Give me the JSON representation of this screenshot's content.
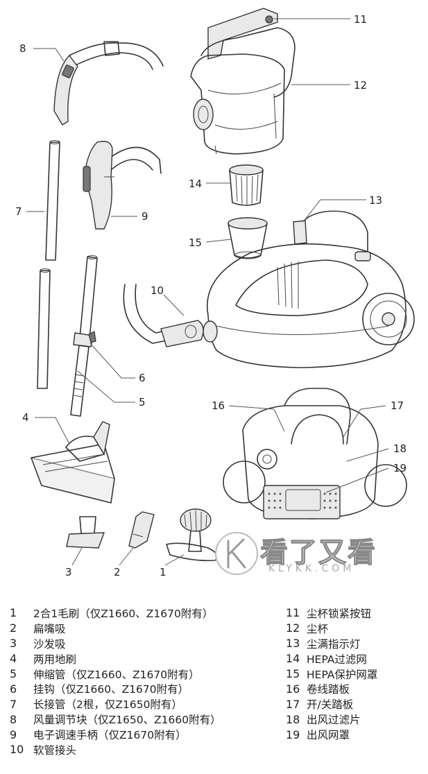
{
  "callouts": [
    {
      "id": "c1",
      "text": "1"
    },
    {
      "id": "c2",
      "text": "2"
    },
    {
      "id": "c3",
      "text": "3"
    },
    {
      "id": "c4",
      "text": "4"
    },
    {
      "id": "c5",
      "text": "5"
    },
    {
      "id": "c6",
      "text": "6"
    },
    {
      "id": "c7",
      "text": "7"
    },
    {
      "id": "c8",
      "text": "8"
    },
    {
      "id": "c9",
      "text": "9"
    },
    {
      "id": "c10",
      "text": "10"
    },
    {
      "id": "c11",
      "text": "11"
    },
    {
      "id": "c12",
      "text": "12"
    },
    {
      "id": "c13",
      "text": "13"
    },
    {
      "id": "c14",
      "text": "14"
    },
    {
      "id": "c15",
      "text": "15"
    },
    {
      "id": "c16",
      "text": "16"
    },
    {
      "id": "c17",
      "text": "17"
    },
    {
      "id": "c18",
      "text": "18"
    },
    {
      "id": "c19",
      "text": "19"
    }
  ],
  "legend": {
    "left": [
      {
        "num": "1",
        "label": "2合1毛刷（仅Z1660、Z1670附有）"
      },
      {
        "num": "2",
        "label": "扁嘴吸"
      },
      {
        "num": "3",
        "label": "沙发吸"
      },
      {
        "num": "4",
        "label": "两用地刷"
      },
      {
        "num": "5",
        "label": "伸缩管（仅Z1660、Z1670附有）"
      },
      {
        "num": "6",
        "label": "挂钩（仅Z1660、Z1670附有）"
      },
      {
        "num": "7",
        "label": "长接管（2根，仅Z1650附有）"
      },
      {
        "num": "8",
        "label": "风量调节块（仅Z1650、Z1660附有）"
      },
      {
        "num": "9",
        "label": "电子调速手柄（仅Z1670附有）"
      },
      {
        "num": "10",
        "label": "软管接头"
      }
    ],
    "right": [
      {
        "num": "11",
        "label": "尘杯锁紧按钮"
      },
      {
        "num": "12",
        "label": "尘杯"
      },
      {
        "num": "13",
        "label": "尘满指示灯"
      },
      {
        "num": "14",
        "label": "HEPA过滤网"
      },
      {
        "num": "15",
        "label": "HEPA保护网罩"
      },
      {
        "num": "16",
        "label": "卷线踏板"
      },
      {
        "num": "17",
        "label": "开/关踏板"
      },
      {
        "num": "18",
        "label": "出风过滤片"
      },
      {
        "num": "19",
        "label": "出风网罩"
      }
    ]
  },
  "watermark": {
    "main": "看了又看",
    "url": "KLYKK.COM"
  }
}
